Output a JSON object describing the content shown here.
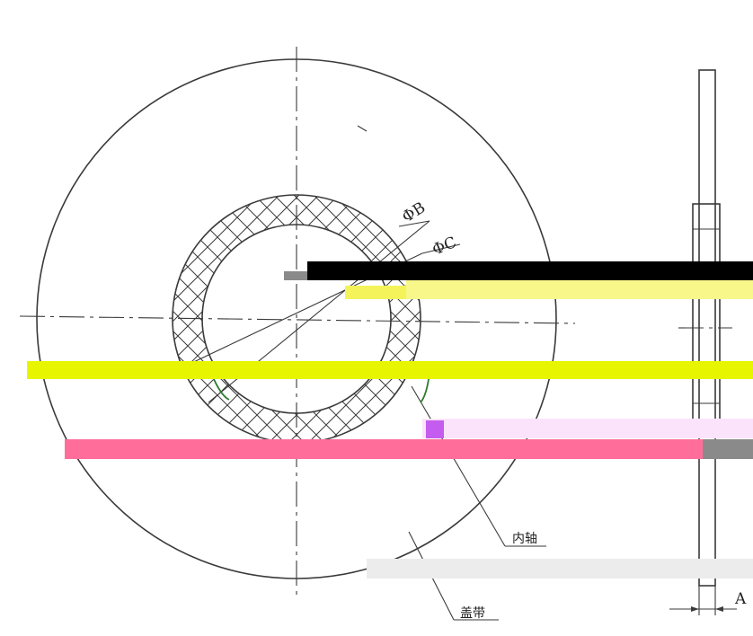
{
  "labels": {
    "dia_b": "ΦB",
    "dia_c": "ΦC",
    "inner_shaft": "内轴",
    "cover_strip": "盖带",
    "thickness": "A"
  },
  "colors": {
    "line": "#3a3a3a",
    "artifact_black": "#000000",
    "artifact_yellow": "#f7f78a",
    "artifact_lime": "#e8f500",
    "artifact_pink": "#ff6e9a",
    "artifact_gray": "#8a8a8a",
    "artifact_lightgray": "#ececec",
    "artifact_lavender": "#fbe3fb"
  }
}
